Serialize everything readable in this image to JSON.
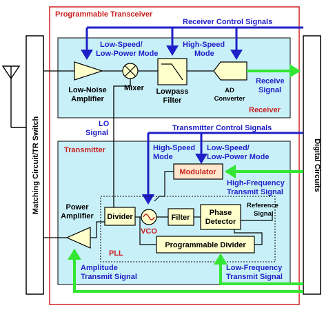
{
  "colors": {
    "control_blue": "#1f1fc8",
    "signal_green": "#33e633",
    "border_red": "#d22020",
    "block_fill": "#c8f0f8",
    "component_yellow": "#ffffcc",
    "modulator_fill": "#ffe6cc"
  },
  "outer": {
    "title": "Programmable Transceiver"
  },
  "receiver": {
    "title": "Receiver",
    "control_label": "Receiver Control Signals",
    "low_speed_line1": "Low-Speed/",
    "low_speed_line2": "Low-Power Mode",
    "high_speed_line1": "High-Speed",
    "high_speed_line2": "Mode",
    "lna_line1": "Low-Noise",
    "lna_line2": "Amplifier",
    "mixer": "Mixer",
    "lpf_line1": "Lowpass",
    "lpf_line2": "Filter",
    "adc_line1": "AD",
    "adc_line2": "Converter",
    "receive_line1": "Receive",
    "receive_line2": "Signal"
  },
  "lo": {
    "line1": "LO",
    "line2": "Signal"
  },
  "transmitter": {
    "title": "Transmitter",
    "control_label": "Transmitter Control Signals",
    "high_speed_line1": "High-Speed",
    "high_speed_line2": "Mode",
    "low_speed_line1": "Low-Speed/",
    "low_speed_line2": "Low-Power Mode",
    "modulator": "Modulator",
    "hf_line1": "High-Frequency",
    "hf_line2": "Transmit Signal",
    "pa_line1": "Power",
    "pa_line2": "Amplifier",
    "divider": "Divider",
    "vco": "VCO",
    "filter": "Filter",
    "phase_line1": "Phase",
    "phase_line2": "Detector",
    "ref_line1": "Reference",
    "ref_line2": "Signal",
    "pll": "PLL",
    "prog_divider": "Programmable Divider",
    "amp_line1": "Amplitude",
    "amp_line2": "Transmit Signal",
    "lf_line1": "Low-Frequency",
    "lf_line2": "Transmit Signal"
  },
  "side": {
    "matching": "Matching Circuit/TR Switch",
    "digital": "Digital Circuits"
  }
}
